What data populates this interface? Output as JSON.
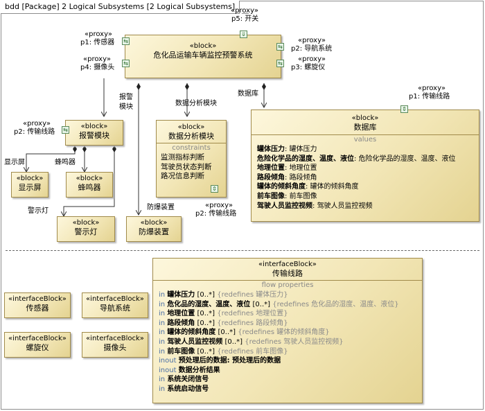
{
  "frame_title": "bdd [Package] 2 Logical Subsystems [2 Logical Subsystems]",
  "stereo": {
    "block": "«block»",
    "proxy": "«proxy»",
    "interface": "«interfaceBlock»"
  },
  "main": {
    "name": "危化品运输车辆监控预警系统",
    "ports": {
      "p1": "p1: 传感器",
      "p4": "p4: 摄像头",
      "p5": "p5: 开关",
      "p2": "p2: 导航系统",
      "p3": "p3: 螺旋仪"
    }
  },
  "roles": {
    "alarm": "报警\n模块",
    "analysis": "数据分析模块",
    "db": "数据库",
    "screen": "显示屏",
    "buzzer": "蜂鸣器",
    "lamp": "警示灯",
    "explosion": "防爆装置"
  },
  "alarm": {
    "name": "报警模块",
    "port": "p2: 传输线路"
  },
  "analysis": {
    "name": "数据分析模块",
    "section": "constraints",
    "items": [
      "监测指标判断",
      "驾驶员状态判断",
      "路况信息判断"
    ],
    "port": "p2: 传输线路"
  },
  "db": {
    "name": "数据库",
    "section": "values",
    "port": "p1: 传输线路",
    "values": [
      {
        "k": "罐体压力",
        "v": "罐体压力"
      },
      {
        "k": "危险化学品的湿度、温度、液位",
        "v": "危险化学品的湿度、温度、液位"
      },
      {
        "k": "地理位置",
        "v": "地理位置"
      },
      {
        "k": "路段倾角",
        "v": "路段倾角"
      },
      {
        "k": "罐体的倾斜角度",
        "v": "罐体的倾斜角度"
      },
      {
        "k": "前车图像",
        "v": "前车图像"
      },
      {
        "k": "驾驶人员监控视频",
        "v": "驾驶人员监控视频"
      }
    ]
  },
  "screen": {
    "name": "显示屏"
  },
  "buzzer": {
    "name": "蜂鸣器"
  },
  "lamp": {
    "name": "警示灯"
  },
  "explosion": {
    "name": "防爆装置"
  },
  "ib": {
    "sensor": "传感器",
    "nav": "导航系统",
    "gyro": "螺旋仪",
    "camera": "摄像头"
  },
  "tx": {
    "name": "传输线路",
    "section": "flow properties",
    "rows": [
      {
        "dir": "in",
        "name": "罐体压力",
        "mult": "[0..*]",
        "note": "{redefines 罐体压力}"
      },
      {
        "dir": "in",
        "name": "危化品的湿度、温度、液位",
        "mult": "[0..*]",
        "note": "{redefines 危化品的湿度、温度、液位}"
      },
      {
        "dir": "in",
        "name": "地理位置",
        "mult": "[0..*]",
        "note": "{redefines 地理位置}"
      },
      {
        "dir": "in",
        "name": "路段倾角",
        "mult": "[0..*]",
        "note": "{redefines 路段倾角}"
      },
      {
        "dir": "in",
        "name": "罐体的倾斜角度",
        "mult": "[0..*]",
        "note": "{redefines 罐体的倾斜角度}"
      },
      {
        "dir": "in",
        "name": "驾驶人员监控视频",
        "mult": "[0..*]",
        "note": "{redefines 驾驶人员监控视频}"
      },
      {
        "dir": "in",
        "name": "前车图像",
        "mult": "[0..*]",
        "note": "{redefines 前车图像}"
      },
      {
        "dir": "inout",
        "name": "预处理后的数据: 预处理后的数据",
        "mult": "",
        "note": ""
      },
      {
        "dir": "inout",
        "name": "数据分析结果",
        "mult": "",
        "note": ""
      },
      {
        "dir": "in",
        "name": "系统关闭信号",
        "mult": "",
        "note": ""
      },
      {
        "dir": "in",
        "name": "系统启动信号",
        "mult": "",
        "note": ""
      }
    ]
  }
}
